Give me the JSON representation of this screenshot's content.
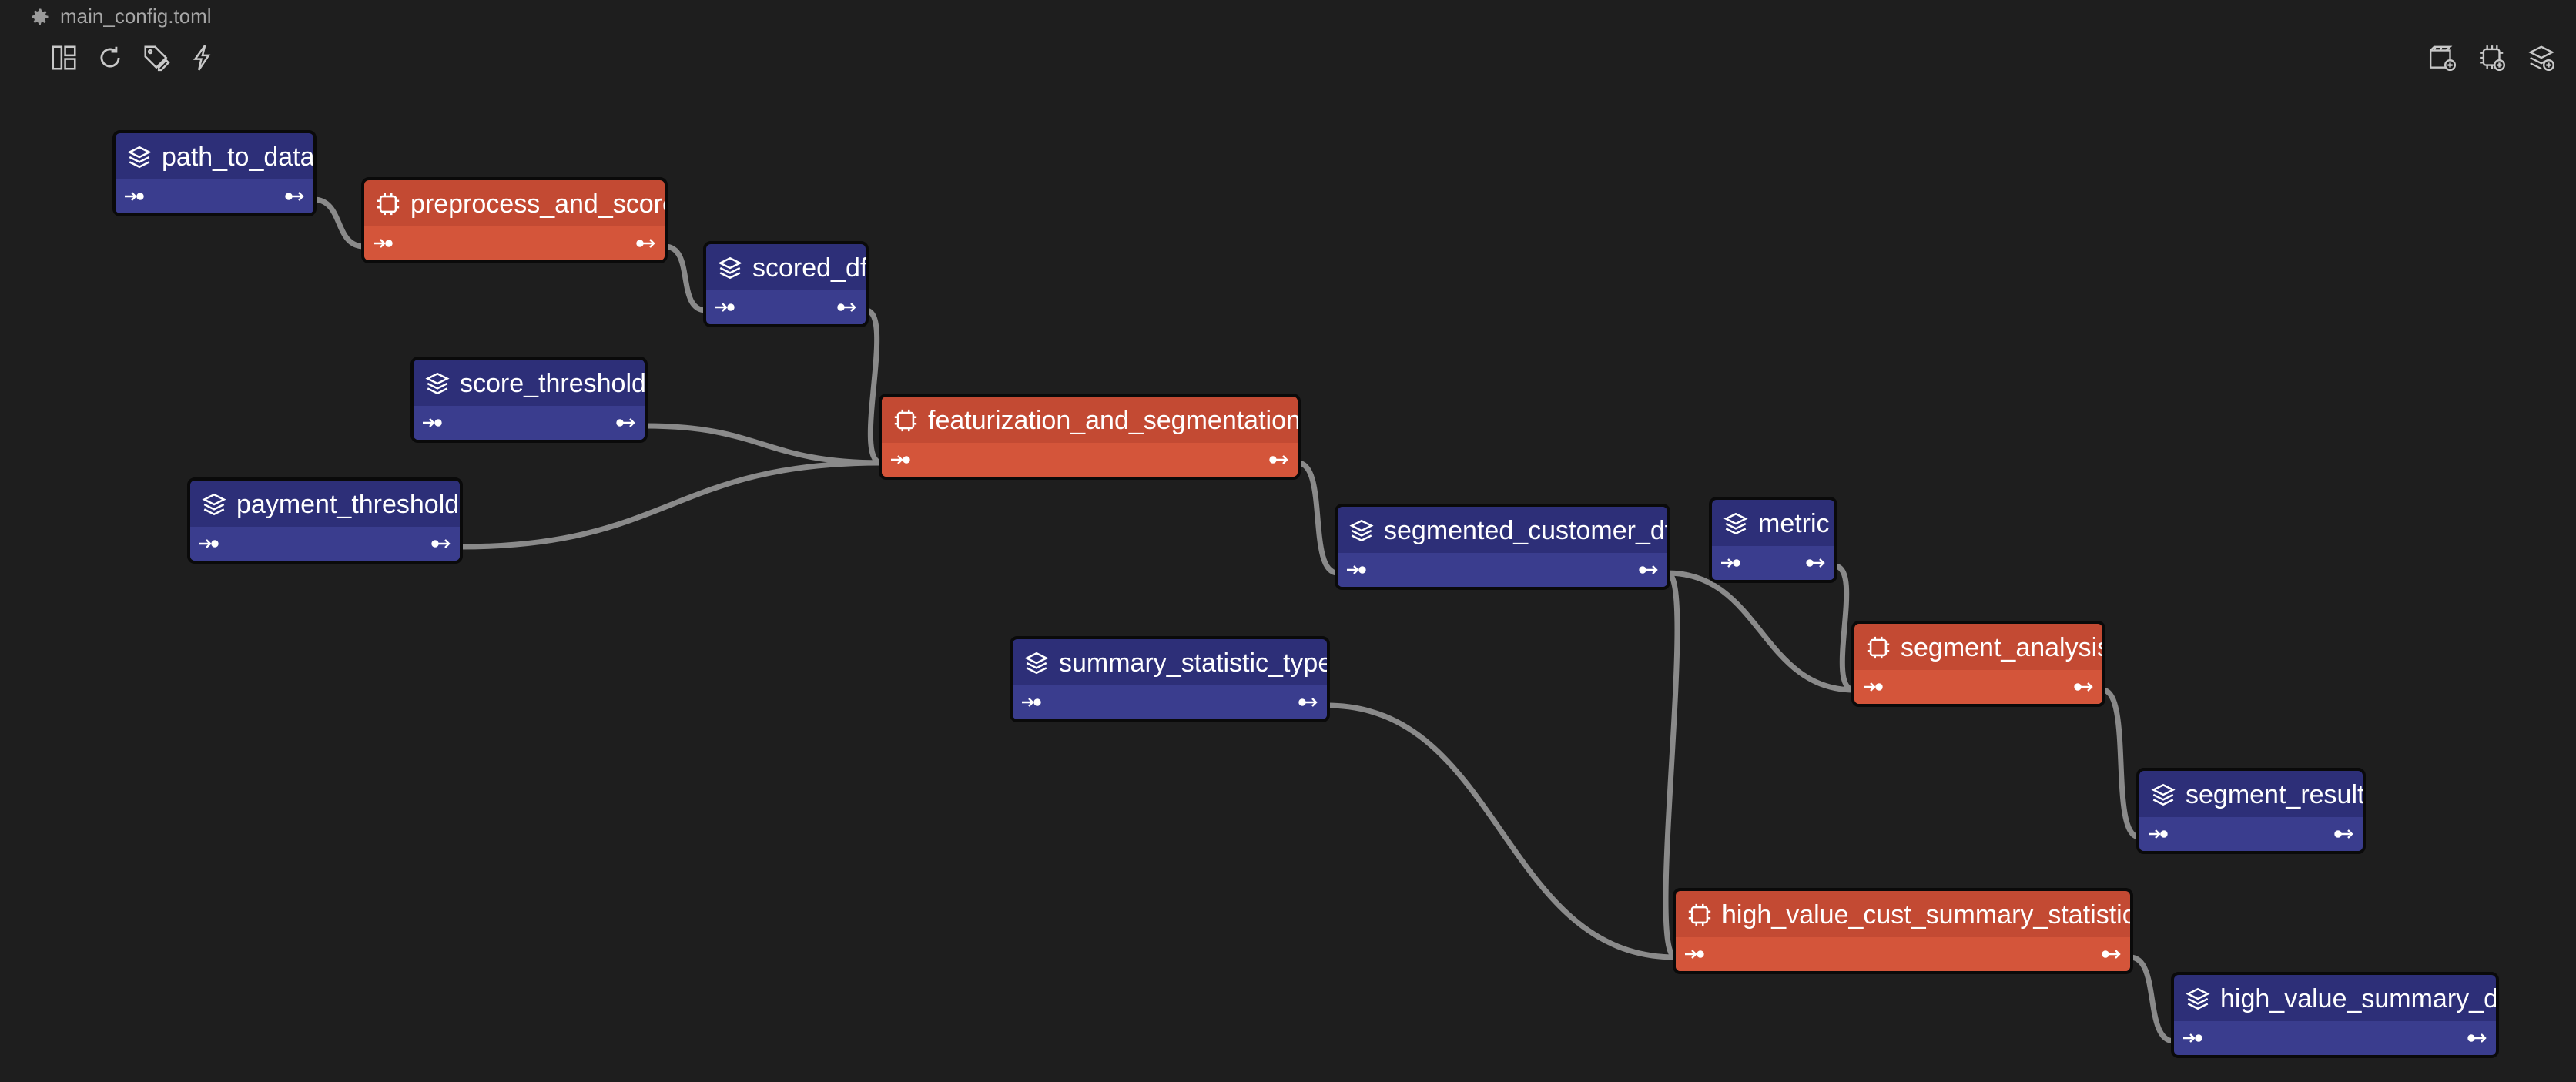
{
  "header": {
    "file_name": "main_config.toml"
  },
  "toolbar_left": [
    "layout-icon",
    "refresh-icon",
    "tag-edit-icon",
    "lightning-icon"
  ],
  "toolbar_right": [
    "add-scene-icon",
    "add-function-icon",
    "add-data-icon"
  ],
  "colors": {
    "background": "#1e1e1e",
    "data_node": "#2d2f78",
    "function_node": "#c34a33",
    "edge": "#8a8a8a"
  },
  "nodes": {
    "path_to_data": {
      "label": "path_to_data",
      "kind": "data"
    },
    "preprocess_and_score": {
      "label": "preprocess_and_score",
      "kind": "function"
    },
    "scored_df": {
      "label": "scored_df",
      "kind": "data"
    },
    "score_threshold": {
      "label": "score_threshold",
      "kind": "data"
    },
    "payment_threshold": {
      "label": "payment_threshold",
      "kind": "data"
    },
    "featurization_and_segmentation": {
      "label": "featurization_and_segmentation",
      "kind": "function"
    },
    "segmented_customer_df": {
      "label": "segmented_customer_df",
      "kind": "data"
    },
    "metric": {
      "label": "metric",
      "kind": "data"
    },
    "summary_statistic_type": {
      "label": "summary_statistic_type",
      "kind": "data"
    },
    "segment_analysis": {
      "label": "segment_analysis",
      "kind": "function"
    },
    "segment_result": {
      "label": "segment_result",
      "kind": "data"
    },
    "high_value_cust_summary_statistics": {
      "label": "high_value_cust_summary_statistics",
      "kind": "function"
    },
    "high_value_summary_df": {
      "label": "high_value_summary_df",
      "kind": "data"
    }
  },
  "edges": [
    [
      "path_to_data",
      "preprocess_and_score"
    ],
    [
      "preprocess_and_score",
      "scored_df"
    ],
    [
      "scored_df",
      "featurization_and_segmentation"
    ],
    [
      "score_threshold",
      "featurization_and_segmentation"
    ],
    [
      "payment_threshold",
      "featurization_and_segmentation"
    ],
    [
      "featurization_and_segmentation",
      "segmented_customer_df"
    ],
    [
      "segmented_customer_df",
      "segment_analysis"
    ],
    [
      "metric",
      "segment_analysis"
    ],
    [
      "segment_analysis",
      "segment_result"
    ],
    [
      "segmented_customer_df",
      "high_value_cust_summary_statistics"
    ],
    [
      "summary_statistic_type",
      "high_value_cust_summary_statistics"
    ],
    [
      "high_value_cust_summary_statistics",
      "high_value_summary_df"
    ]
  ]
}
